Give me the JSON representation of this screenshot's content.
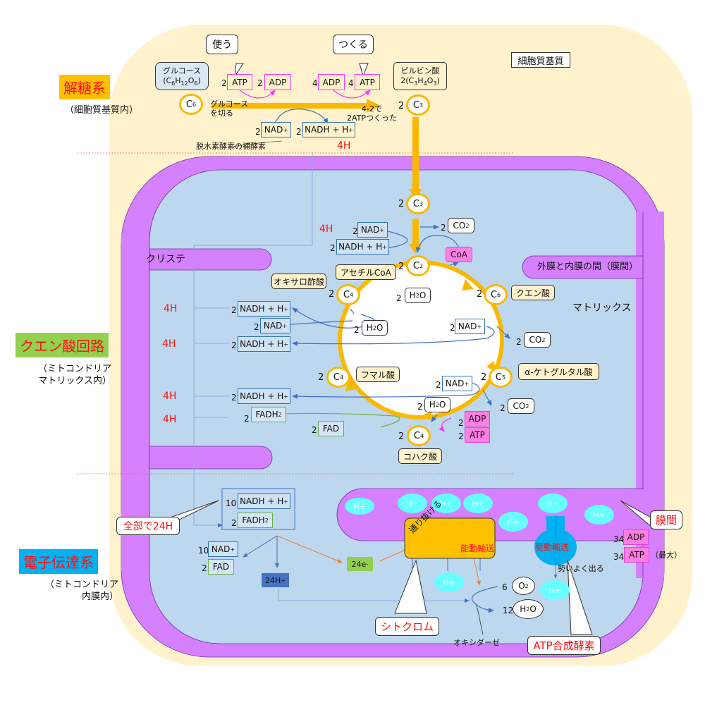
{
  "sections": {
    "glycolysis": {
      "title": "解糖系",
      "subtitle": "（細胞質基質内）",
      "bg": "#ffc000"
    },
    "citric": {
      "title": "クエン酸回路",
      "subtitle_line1": "（ミトコンドリア",
      "subtitle_line2": "マトリックス内）",
      "bg": "#92d050"
    },
    "etc": {
      "title": "電子伝達系",
      "subtitle_line1": "（ミトコンドリア",
      "subtitle_line2": "内膜内）",
      "bg": "#00b0f0"
    }
  },
  "regions": {
    "cytoplasm": "細胞質基質",
    "cristae": "クリステ",
    "intermembrane": "外膜と内膜の間（膜間）",
    "matrix": "マトリックス"
  },
  "colors": {
    "cytoplasm": "#fff2cc",
    "membrane": "#d580ff",
    "matrix": "#bdd7ee",
    "flow": "#fbb800",
    "title_red": "#ff1010",
    "h_ion": "#66ffff",
    "atp_synthase": "#00b0f0",
    "cytochrome": "#ffc000"
  },
  "glycolysis": {
    "glucose_name": "グルコース",
    "glucose_formula": "(C6H12O6)",
    "c6": "C6",
    "use_bubble": "使う",
    "make_bubble": "つくる",
    "atp_in": {
      "coef": "2",
      "label": "ATP"
    },
    "adp_out": {
      "coef": "2",
      "label": "ADP"
    },
    "adp_in": {
      "coef": "4",
      "label": "ADP"
    },
    "atp_out": {
      "coef": "4",
      "label": "ATP"
    },
    "cut_note_1": "グルコース",
    "cut_note_2": "を切る",
    "net_note_1": "4-2で",
    "net_note_2": "2ATPつくった",
    "pyruvate_name": "ピルビン酸",
    "pyruvate_formula": "2(C3H4O3)",
    "c3_coef": "2",
    "c3": "C3",
    "nad": {
      "coef": "2",
      "label": "NAD+"
    },
    "nadh": {
      "coef": "2",
      "label": "NADH + H+"
    },
    "coenzyme_note": "脱水素酵素の補酵素",
    "h_count": "4H"
  },
  "link": {
    "c3_coef": "2",
    "c3": "C3",
    "nad": {
      "coef": "2",
      "label": "NAD+"
    },
    "nadh": {
      "coef": "2",
      "label": "NADH + H+"
    },
    "h_count": "4H",
    "co2": {
      "coef": "2",
      "label": "CO2"
    },
    "coa": "CoA",
    "c2_coef": "2",
    "c2": "C2",
    "acetyl": "アセチルCoA"
  },
  "cycle": {
    "oxaloacetate": "オキサロ酢酸",
    "c4_top": {
      "coef": "2",
      "label": "C4"
    },
    "h2o_top": {
      "coef": "2",
      "label": "H2O"
    },
    "c6": {
      "coef": "2",
      "label": "C6"
    },
    "citrate": "クエン酸",
    "h2o_left": {
      "coef": "2",
      "label": "H2O"
    },
    "nad_right": {
      "coef": "2",
      "label": "NAD+"
    },
    "co2_right": {
      "coef": "2",
      "label": "CO2"
    },
    "c5": {
      "coef": "2",
      "label": "C5"
    },
    "ketoglutarate": "α-ケトグルタル酸",
    "c4_left": {
      "coef": "2",
      "label": "C4"
    },
    "fumarate": "フマル酸",
    "nad_lower": {
      "coef": "2",
      "label": "NAD+"
    },
    "co2_lower": {
      "coef": "2",
      "label": "CO2"
    },
    "h2o_lower": {
      "coef": "2",
      "label": "H2O"
    },
    "adp": {
      "coef": "2",
      "label": "ADP"
    },
    "atp": {
      "coef": "2",
      "label": "ATP"
    },
    "c4_bottom": {
      "coef": "2",
      "label": "C4"
    },
    "succinate": "コハク酸",
    "nadh_1": {
      "coef": "2",
      "label": "NADH + H+"
    },
    "nad_1": {
      "coef": "2",
      "label": "NAD+"
    },
    "nadh_2": {
      "coef": "2",
      "label": "NADH + H+"
    },
    "nadh_3": {
      "coef": "2",
      "label": "NADH + H+"
    },
    "fadh2": {
      "coef": "2",
      "label": "FADH2"
    },
    "fad": {
      "coef": "2",
      "label": "FAD"
    },
    "h_labels": [
      "4H",
      "4H",
      "4H",
      "4H"
    ]
  },
  "etc": {
    "total_nadh": {
      "coef": "10",
      "label": "NADH + H+"
    },
    "total_fadh2": {
      "coef": "2",
      "label": "FADH2"
    },
    "total_callout": "全部で24H",
    "nad_out": {
      "coef": "10",
      "label": "NAD+"
    },
    "fad_out": {
      "coef": "2",
      "label": "FAD"
    },
    "protons": "24H+",
    "electrons": "24e-",
    "h_ion": "H+",
    "pass_through": "通り抜ける",
    "active_transport": "能動輸送",
    "passive_transport": "受動輸送",
    "rush_out": "勢いよく出る",
    "o2": {
      "coef": "6",
      "label": "O2"
    },
    "h2o": {
      "coef": "12",
      "label": "H2O"
    },
    "oxidase": "オキシダーゼ",
    "cytochrome_callout": "シトクロム",
    "atp_synthase_callout": "ATP合成酵素",
    "intermembrane_callout": "膜間",
    "adp": {
      "coef": "34",
      "label": "ADP"
    },
    "atp": {
      "coef": "34",
      "label": "ATP"
    },
    "max_note": "（最大）"
  }
}
